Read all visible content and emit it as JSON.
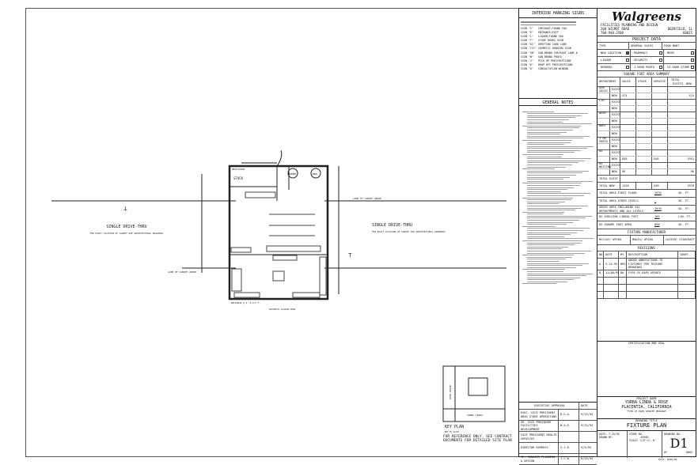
{
  "signs": {
    "title": "INTERIOR HANGING SIGNS",
    "items": [
      [
        "SIGN \"C\"",
        "CHECKOUT/THANK YOU"
      ],
      [
        "SIGN \"E\"",
        "ENTRANCE/EXIT"
      ],
      [
        "SIGN \"L\"",
        "LIQUOR/THANK YOU"
      ],
      [
        "SIGN \"T\"",
        "STORE HOURS SIGN"
      ],
      [
        "SIGN \"GC\"",
        "GREETING CARD CUBE"
      ],
      [
        "SIGN \"CCC\"",
        "COSMETIC HANGING SIGN"
      ],
      [
        "SIGN \"SB\"",
        "SAN BRUNO CHECKOUT LANE #"
      ],
      [
        "SIGN \"W\"",
        "SAN BRUNO PHOTO"
      ],
      [
        "SIGN \"J\"",
        "PICK UP PRESCRIPTIONS"
      ],
      [
        "SIGN \"K\"",
        "DROP OFF PRESCRIPTIONS"
      ],
      [
        "SIGN \"Q\"",
        "CONSULTATION WINDOW"
      ]
    ]
  },
  "general_notes": {
    "title": "GENERAL NOTES"
  },
  "logo": "Walgreens",
  "company": {
    "line1": "FACILITIES PLANNING AND DESIGN",
    "line2": "200 WILMOT ROAD",
    "line3": "DEERFIELD, IL",
    "phone": "708-940-2500",
    "zip": "60015"
  },
  "project_data": {
    "title": "PROJECT DATA",
    "type_label": "TYPE",
    "options": [
      [
        "NEW LOCATION",
        "PHARMACY",
        "BEER"
      ],
      [
        "LIQUOR",
        "SECURITY",
        ""
      ],
      [
        "REMODEL",
        "1 HOUR PHOTO",
        "24 HOUR STORE"
      ]
    ],
    "top_options": [
      "GENERAL SALES",
      "FOOD MART"
    ],
    "new_location_checked": true
  },
  "sqft": {
    "title": "SQUARE FOOT AREA SUMMARY",
    "headers": [
      "DEPARTMENT",
      "SALES",
      "STOCK",
      "SERVICE",
      "TOTAL",
      "EXISTG",
      "NEW"
    ],
    "rows": [
      [
        "GEN SALES",
        "EXIST",
        ""
      ],
      [
        "",
        "NEW",
        "474"
      ],
      [
        "LIQ",
        "EXIST",
        ""
      ],
      [
        "",
        "NEW",
        ""
      ],
      [
        "BEER",
        "EXIST",
        ""
      ],
      [
        "",
        "NEW",
        ""
      ],
      [
        "MART",
        "EXIST",
        ""
      ],
      [
        "",
        "NEW",
        ""
      ],
      [
        "1 HR PHOTO",
        "EXIST",
        ""
      ],
      [
        "",
        "NEW",
        ""
      ],
      [
        "RX",
        "EXIST",
        ""
      ],
      [
        "",
        "NEW",
        "858"
      ],
      [
        "RX WAITING",
        "EXIST",
        ""
      ],
      [
        "",
        "NEW",
        "96"
      ]
    ],
    "rx_stock": "548",
    "rx_total": "1951",
    "gen_total": "474",
    "wait_total": "96",
    "total_exist": "TOTAL EXIST",
    "total_new": "TOTAL NEW",
    "total_new_sales": "1428",
    "total_new_stock": "548",
    "total_new_total": "1976",
    "first_floor": "TOTAL AREA FIRST FLOOR",
    "first_floor_val": "1976",
    "other_levels": "TOTAL AREA OTHER LEVELS",
    "other_val": "—",
    "gross": "GROSS AREA INCLUDING ALL DEPARTMENTS AND ALL LEVELS",
    "gross_val": "1976",
    "shelving": "RX SHELVING LINEAL FEET",
    "shelving_val": "105",
    "rx_area": "RX SQUARE FOOT AREA",
    "rx_area_val": "858",
    "sqft_unit": "SQ. FT.",
    "lin_unit": "LIN. FT."
  },
  "fixture": {
    "title": "FIXTURE MANUFACTURER",
    "options": [
      "MCCLOY/ WYCKO",
      "MADIX/ WYCKO",
      "LOZIER/ STARCRAFT"
    ]
  },
  "revisions": {
    "title": "REVISIONS",
    "headers": [
      "NO.",
      "DATE",
      "BY",
      "DESCRIPTION",
      "CONST."
    ],
    "rows": [
      [
        "A",
        "3-15-95",
        "DRS",
        "ADDED ANNOTATIONS TO FIXTURES PER TEXTURE DRAWINGS",
        ""
      ],
      [
        "B",
        "11/08/95",
        "DH",
        "FY95 CE DAPS UPDATE",
        ""
      ]
    ]
  },
  "cert": "CERTIFICATION AND SEAL",
  "project": {
    "title": "PROJECT NAME",
    "name1": "YORBA LINDA & ROSE",
    "name2": "PLACENTIA, CALIFORNIA",
    "program": "FY98 CE DAPS UPDATE PROGRAM"
  },
  "drawing": {
    "title_label": "DRAWING TITLE",
    "title": "FIXTURE PLAN",
    "date_label": "DATE:",
    "date": "7-25/95",
    "drawn_label": "DRAWN BY:",
    "store_label": "STORE NO.",
    "store": "03560",
    "scale_label": "SCALE: 1/8\"=1'-0\"",
    "drawing_no_label": "DRAWING NO.",
    "drawing_no": "D1",
    "of": "OF",
    "dwgs": "DWGS."
  },
  "approval": {
    "title": "EXECUTIVE APPROVAL",
    "date": "DATE",
    "rows": [
      [
        "EXEC. VICE PRESIDENT DRUG STORE OPERATIONS",
        "D.S.A.",
        "9/25/94"
      ],
      [
        "SR. VICE PRESIDENT FACILITIES DEVELOPMENT",
        "W.A.S.",
        "9/25/94"
      ],
      [
        "VICE PRESIDENT HEALTH SERVICES",
        "",
        ""
      ],
      [
        "DIRECTOR RXPRESS",
        "G.J.R.",
        "9/5/95"
      ],
      [
        "SR. MANAGER PLANNING & DESIGN",
        "J.C.W.",
        "9/25/94"
      ]
    ]
  },
  "plan": {
    "left_label": "SINGLE DRIVE-THRU",
    "left_note": "FOR EXACT LOCATION OF CANOPY SEE ARCHITECTURAL DRAWINGS",
    "right_label": "SINGLE DRIVE-THRU",
    "right_note": "FOR EXACT LOCATION OF CANOPY SEE ARCHITECTURAL DRAWINGS",
    "canopy_right": "LINE OF CANOPY ABOVE",
    "canopy_left": "LINE OF CANOPY ABOVE",
    "bulkhead": "BULKHEAD @ 4'-2\"A.F.F.",
    "doors": "AUTOMATIC SLIDING DOOR",
    "stock": "STOCK",
    "receiving": "RECEIVING",
    "women": "WOMEN",
    "men": "MEN"
  },
  "key_plan": {
    "title": "KEY PLAN",
    "scale": "NOT TO SCALE",
    "street1": "ROSE DRIVE",
    "street2": "YORBA LINDA",
    "note": "FOR REFERENCE ONLY. SEE CONTRACT DOCUMENTS FOR DETAILED SITE PLAN"
  },
  "plot_stamp": "PLOT: 0505/96"
}
